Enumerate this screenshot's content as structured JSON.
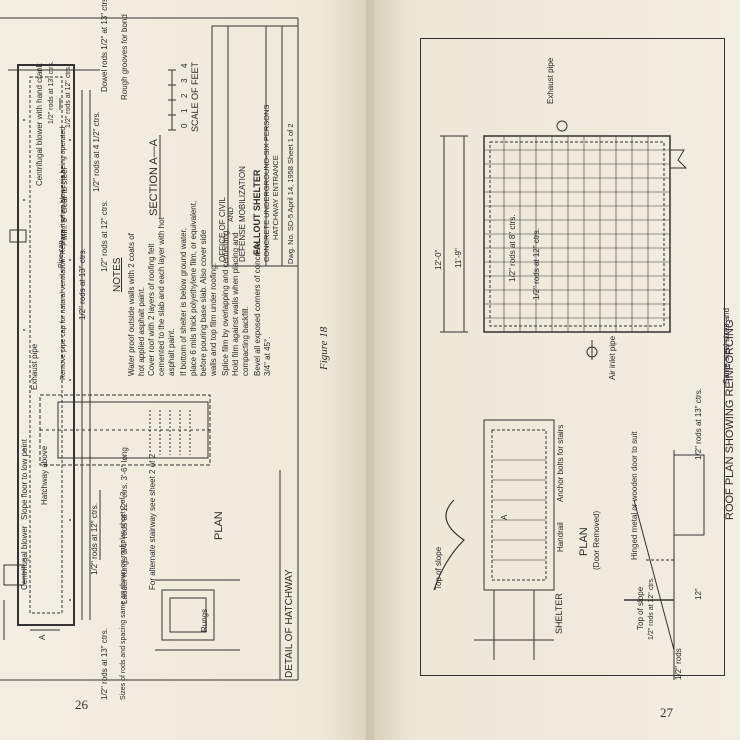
{
  "left_page": {
    "page_number": "26",
    "figure_caption": "Figure 18",
    "title_block": {
      "agency_1": "OFFICE OF CIVIL",
      "agency_2": "AND",
      "agency_3": "DEFENSE MOBILIZATION",
      "title": "FALLOUT SHELTER",
      "subtitle_1": "CONCRETE UNDERGROUND-SIX PERSONS",
      "subtitle_2": "HATCHWAY ENTRANCE",
      "dwg": "Dwg. No. SD-5 April 14, 1958 Sheet 1 of 2"
    },
    "section_title": "SECTION A—A",
    "scale_title": "SCALE OF FEET",
    "scale_ticks": [
      "0",
      "1",
      "2",
      "3",
      "4"
    ],
    "notes_title": "NOTES",
    "notes": [
      "Water proof outside walls with 2 coats of",
      "hot applied asphalt paint.",
      "Cover roof with 2 layers of roofing felt",
      "cemented to the slab and each layer with hot",
      "asphalt paint.",
      "If bottom of shelter is below ground water,",
      "place 6 mils thick polyethylene film, or equivalent,",
      "before pouring base slab. Also cover side",
      "walls and top film under roofing.",
      "Splice film by overlapping and cementing.",
      "Hold film against walls when placing and",
      "compacting backfill.",
      "Bevel all exposed corners of concrete",
      "3/4\" at 45°."
    ],
    "plan_title": "PLAN",
    "detail_title": "DETAIL OF HATCHWAY",
    "labels": {
      "dowel_rods": "Dowel rods 1/2\" at 13\" ctrs.",
      "rough_grooves": "Rough grooves for bond",
      "rods_13": "1/2\" rods at 13\" ctrs.",
      "rods_12": "1/2\" rods at 12\" ctrs.",
      "rods_4half": "1/2\" rods at 4 1/2\" ctrs.",
      "rods_12b": "1/2\" rods at 12\" ctrs.",
      "centrifugal_top": "Centrifugal blower with hand crank",
      "clear": "Min. 6\" clear to steel",
      "pipe_cap": "Pipe cap",
      "remove_pipe_cap": "Remove pipe cap for natural ventilation. Replace it when blower is being operated",
      "exhaust_pipe": "Exhaust pipe",
      "hatchway_above": "Hatchway above",
      "slope_floor": "Slope floor to low point",
      "centrifugal_blower": "Centrifugal blower",
      "ladder": "Ladder rungs 3/4\" rods at 12\" ctrs. 3'-6\" long",
      "alternate": "For alternate stairway see sheet 2 of 2",
      "sizes_rods": "Sizes of rods and spacing same as shown on roof plan sheet 2 of 2",
      "rods_13b": "1/2\" rods at 13\" ctrs.",
      "rungs": "Rungs",
      "rods_13c": "1/2\" rods at 13\" ctrs.",
      "rods_12c": "1/2\" rods at 12\" ctrs.",
      "A": "A"
    }
  },
  "right_page": {
    "page_number": "27",
    "roof_plan_title": "ROOF PLAN SHOWING REINFORCING",
    "plan_title": "PLAN",
    "plan_subtitle": "(Door Removed)",
    "labels": {
      "exhaust_pipe": "Exhaust pipe",
      "dim_12_0": "12'-0\"",
      "dim_11_9": "11'-9\"",
      "rods_8": "1/2\" rods at 8\" ctrs.",
      "rods_12": "1/2\" rods at 12\" ctrs.",
      "air_inlet": "Air inlet pipe",
      "anchor_bolts": "Anchor bolts for stairs",
      "handrail": "Handrail",
      "shelter": "SHELTER",
      "top_of_slope": "Top of slope",
      "hinged_door": "Hinged metal or wooden door to suit",
      "rods_13": "1/2\" rods at 13\" ctrs.",
      "same_sheet": "Same steel sizes and",
      "top_of_slope_2": "Top of slope",
      "rods_12_bottom": "1/2\" rods at 12\" ctrs.",
      "rods_bottom": "1/2\" rods",
      "dim_12": "12\"",
      "A": "A"
    }
  }
}
